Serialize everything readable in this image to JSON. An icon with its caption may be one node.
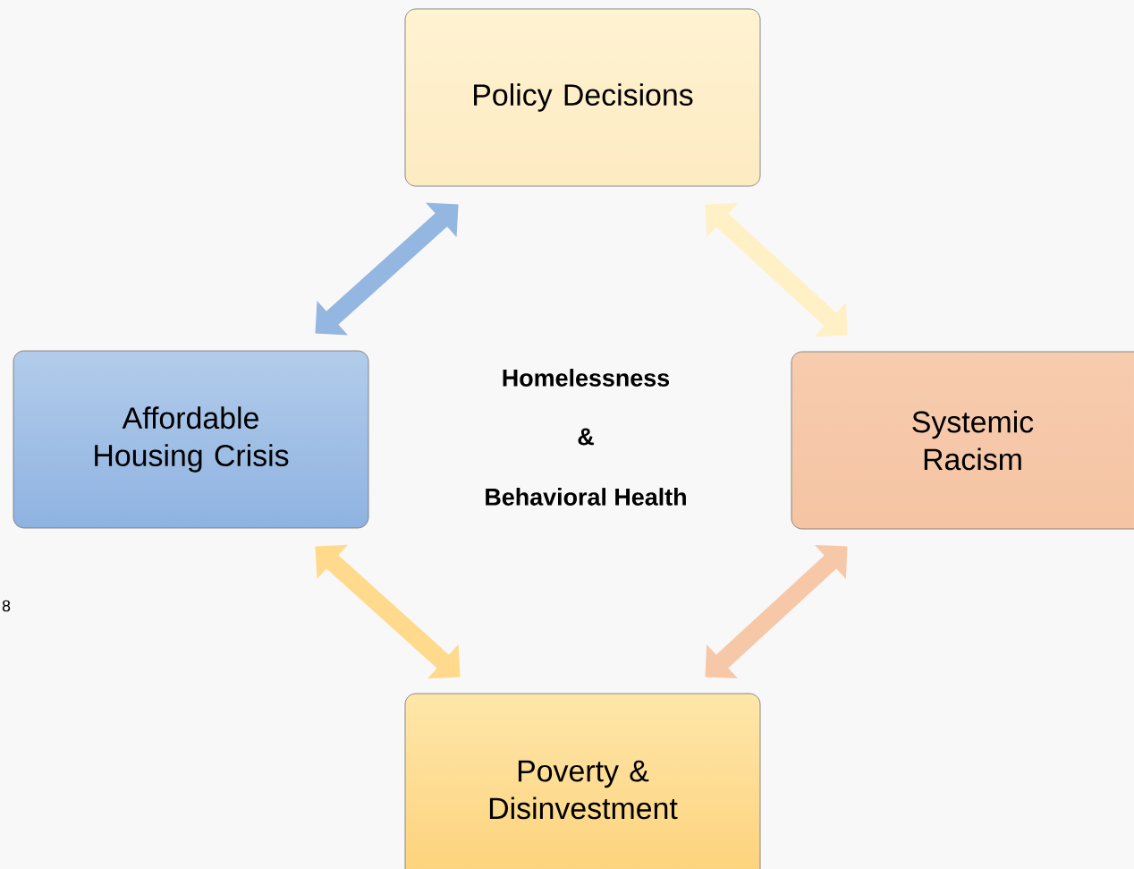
{
  "diagram": {
    "nodes": [
      {
        "text": [
          "Policy Decisions"
        ]
      },
      {
        "text": [
          "Affordable Housing Crisis"
        ]
      },
      {
        "text": [
          "Systemic Racism"
        ]
      },
      {
        "text": [
          "Poverty & Disinvestment"
        ]
      }
    ],
    "edges": [
      {
        "from": 0,
        "to": 1,
        "arrow": "both",
        "color": "#94b7e2"
      },
      {
        "from": 0,
        "to": 2,
        "arrow": "both",
        "color": "#fff0c6"
      },
      {
        "from": 1,
        "to": 3,
        "arrow": "both",
        "color": "#ffda8c"
      },
      {
        "from": 2,
        "to": 3,
        "arrow": "both",
        "color": "#f6c8a8"
      }
    ],
    "labels": [
      "Homelessness",
      "&",
      "Behavioral Health",
      "8"
    ]
  }
}
